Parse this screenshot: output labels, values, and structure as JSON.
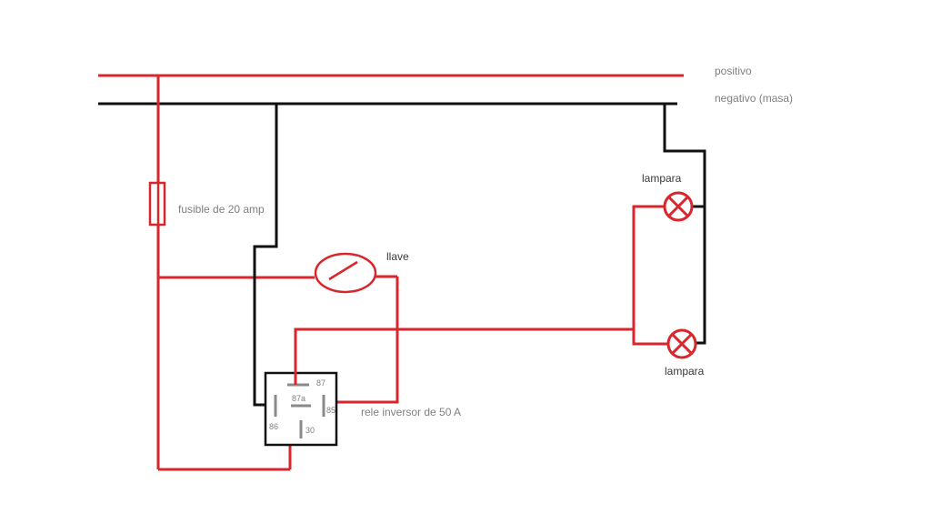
{
  "labels": {
    "positivo": "positivo",
    "negativo": "negativo (masa)",
    "fusible": "fusible de 20 amp",
    "llave": "llave",
    "lampara_top": "lampara",
    "lampara_bottom": "lampara",
    "rele": "rele inversor de 50 A"
  },
  "relay_pins": {
    "p87": "87",
    "p87a": "87a",
    "p85": "85",
    "p86": "86",
    "p30": "30"
  },
  "colors": {
    "positive_wire": "#d9262c",
    "negative_wire": "#111111",
    "relay_contacts": "#8a8a8a"
  }
}
